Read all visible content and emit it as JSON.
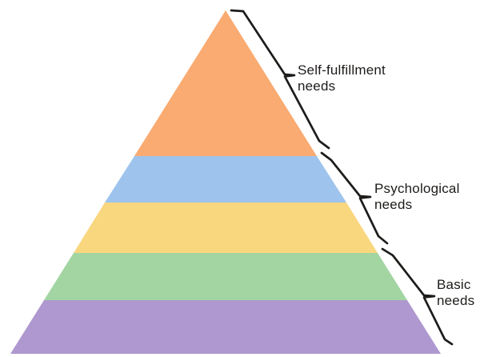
{
  "background_color": "#ffffff",
  "line_color": "#1e1c1a",
  "text_color": "#1e1c1a",
  "pyramid": {
    "levels": [
      {
        "color": "#F9AB72"
      },
      {
        "color": "#9EC4EE"
      },
      {
        "color": "#F9D77F"
      },
      {
        "color": "#A2D5A2"
      },
      {
        "color": "#AF98CF"
      }
    ],
    "labels": [
      {
        "line1": "Self-fulfillment",
        "line2": "needs"
      },
      {
        "line1": "Psychological",
        "line2": "needs"
      },
      {
        "line1": "Basic",
        "line2": "needs"
      }
    ]
  }
}
